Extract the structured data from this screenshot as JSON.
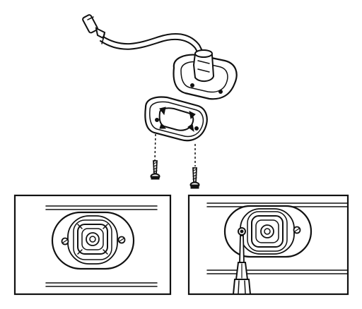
{
  "diagram": {
    "kind": "exploded-assembly-illustration",
    "colors": {
      "ink": "#111111",
      "paper": "#ffffff"
    },
    "parts": [
      "wire-harness-connector",
      "lamp-housing",
      "lamp-gasket",
      "mounting-screw-left",
      "mounting-screw-right"
    ],
    "panels": [
      "installed-view-panel",
      "removal-view-panel"
    ],
    "tools": [
      "screwdriver"
    ]
  }
}
